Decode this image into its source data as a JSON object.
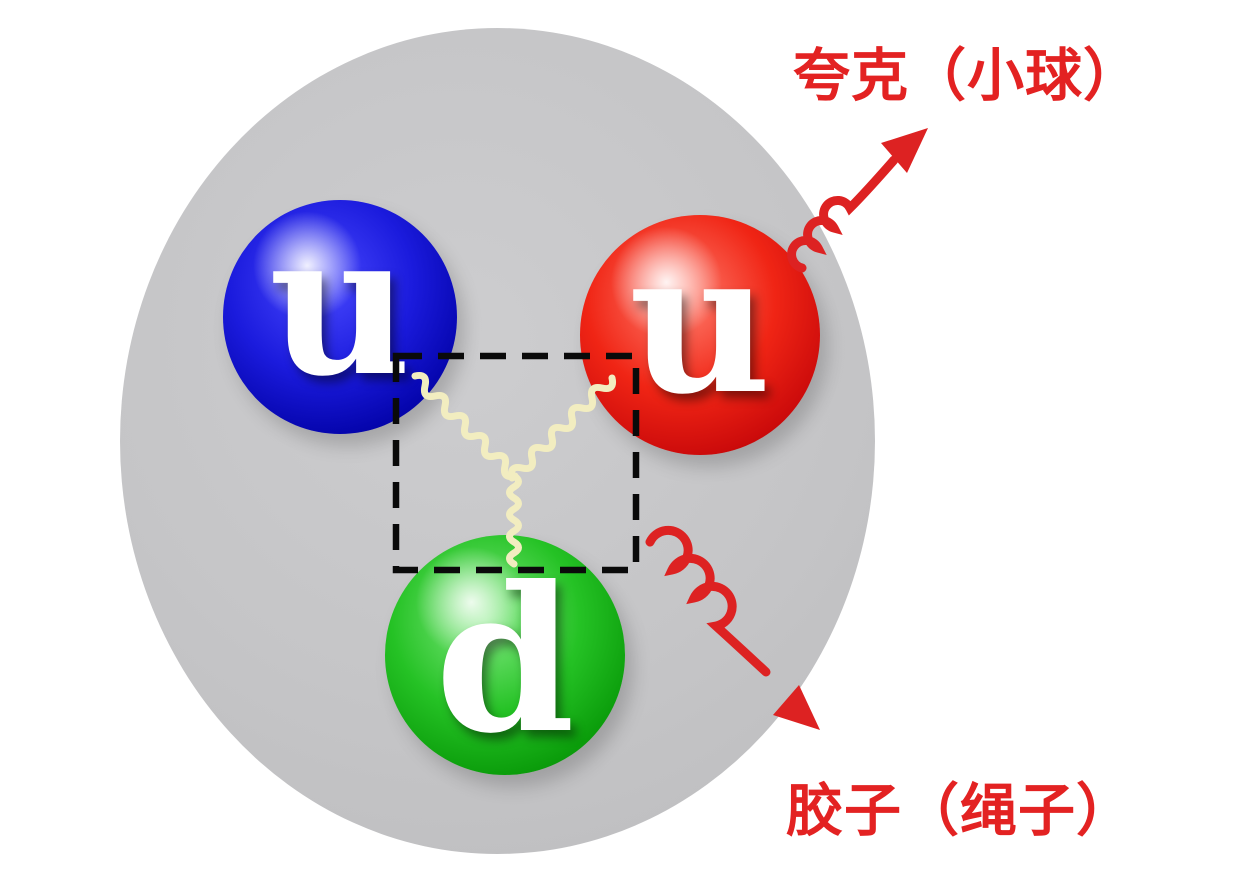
{
  "proton_diagram": {
    "quarks": [
      {
        "id": "up-quark-blue",
        "label": "u",
        "color": "#1b1bdd"
      },
      {
        "id": "up-quark-red",
        "label": "u",
        "color": "#e01212"
      },
      {
        "id": "down-quark-green",
        "label": "d",
        "color": "#16b216"
      }
    ],
    "labels": {
      "quark_annotation": "夸克（小球）",
      "gluon_annotation": "胶子（绳子）"
    },
    "colors": {
      "background": "#ffffff",
      "proton_body_gray": "#c5c5c7",
      "annotation_red": "#e32222",
      "gluon_wave_yellow": "#f2edc0",
      "dashed_box_black": "#0a0a0a",
      "arrow_red": "#dd2222"
    }
  }
}
